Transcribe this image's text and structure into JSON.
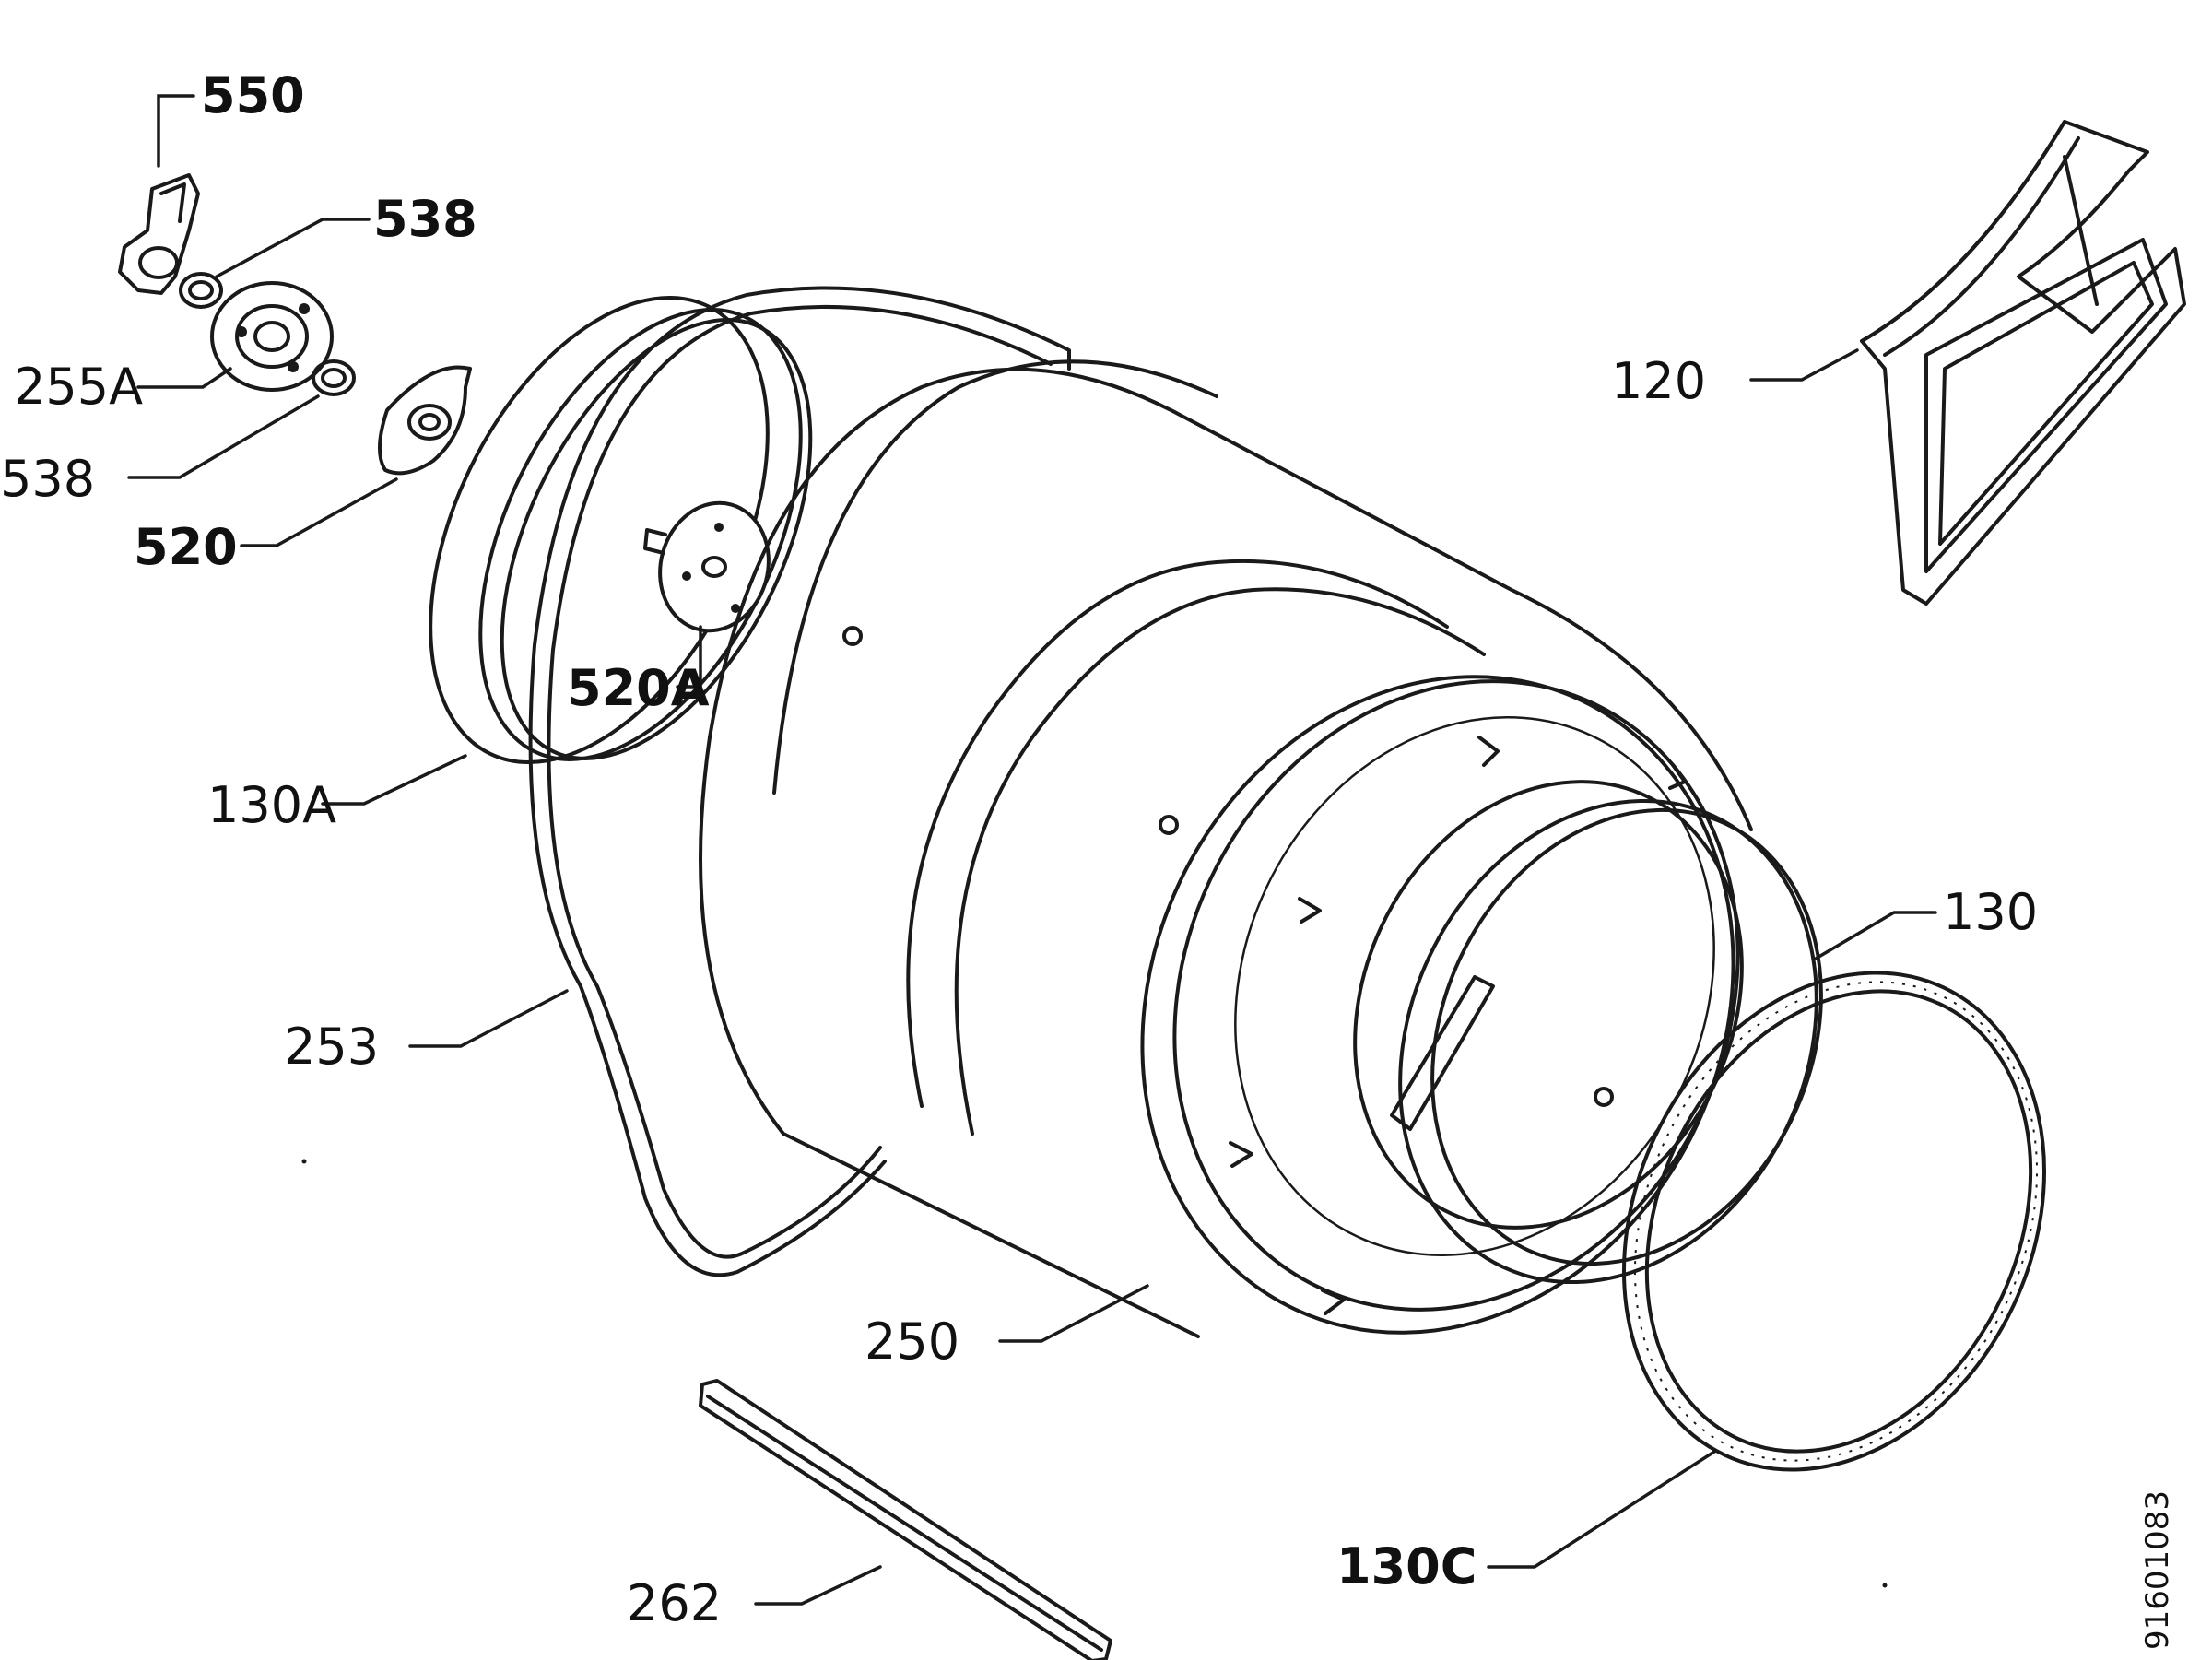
{
  "diagram": {
    "drawing_number": "91601083",
    "callouts": {
      "p550": "550",
      "p538_top": "538",
      "p255a": "255A",
      "p538_bottom": "538",
      "p520": "520",
      "p520a": "520A",
      "p130a": "130A",
      "p253": "253",
      "p250": "250",
      "p262": "262",
      "p120": "120",
      "p130": "130",
      "p130c": "130C"
    }
  }
}
